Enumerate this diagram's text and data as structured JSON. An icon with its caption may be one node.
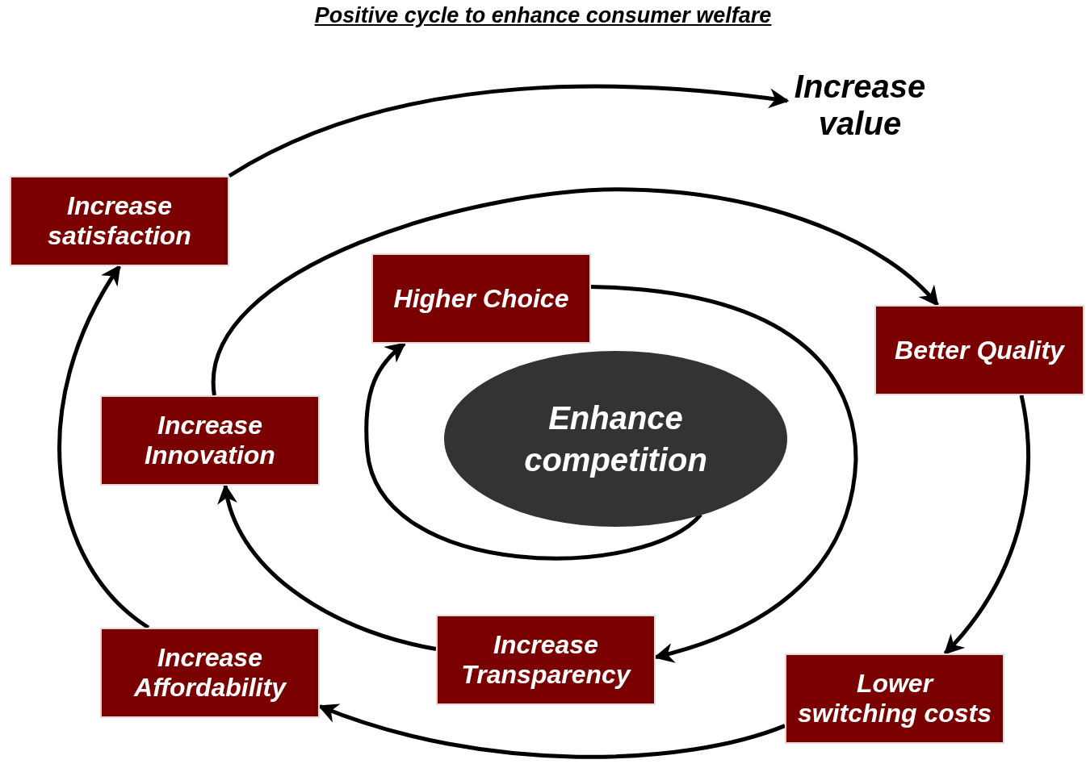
{
  "diagram": {
    "title": "Positive cycle to enhance consumer welfare",
    "nodes": [
      {
        "text": [
          "Enhance competition"
        ]
      },
      {
        "text": [
          "Higher Choice"
        ]
      },
      {
        "text": [
          "Better Quality"
        ]
      },
      {
        "text": [
          "Lower switching costs"
        ]
      },
      {
        "text": [
          "Increase Transparency"
        ]
      },
      {
        "text": [
          "Increase Innovation"
        ]
      },
      {
        "text": [
          "Increase Affordability"
        ]
      },
      {
        "text": [
          "Increase satisfaction"
        ]
      },
      {
        "text": [
          "Increase value"
        ]
      }
    ],
    "edges": [
      {
        "from": 0,
        "to": 1,
        "arrow": "to"
      },
      {
        "from": 1,
        "to": 4,
        "arrow": "to"
      },
      {
        "from": 4,
        "to": 5,
        "arrow": "to"
      },
      {
        "from": 5,
        "to": 2,
        "arrow": "to"
      },
      {
        "from": 2,
        "to": 3,
        "arrow": "to"
      },
      {
        "from": 3,
        "to": 6,
        "arrow": "to"
      },
      {
        "from": 6,
        "to": 7,
        "arrow": "to"
      },
      {
        "from": 7,
        "to": 8,
        "arrow": "to"
      }
    ]
  }
}
